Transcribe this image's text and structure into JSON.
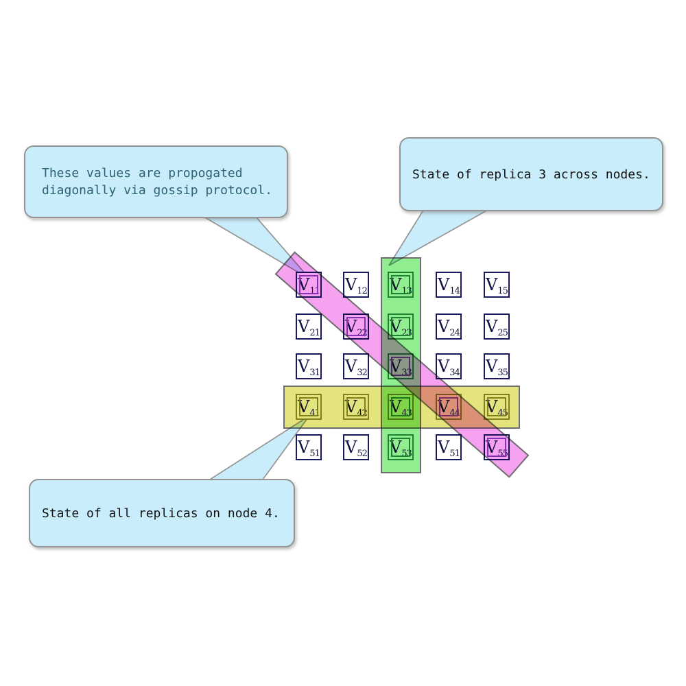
{
  "callouts": {
    "gossip": {
      "line1": "These values are propogated",
      "line2": "diagonally via gossip protocol."
    },
    "replica": {
      "text": "State of replica 3 across nodes."
    },
    "node": {
      "text": "State of all replicas on node 4."
    }
  },
  "grid": {
    "v_label": "V",
    "cells": [
      {
        "sub": "11"
      },
      {
        "sub": "12"
      },
      {
        "sub": "13"
      },
      {
        "sub": "14"
      },
      {
        "sub": "15"
      },
      {
        "sub": "21"
      },
      {
        "sub": "22"
      },
      {
        "sub": "23"
      },
      {
        "sub": "24"
      },
      {
        "sub": "25"
      },
      {
        "sub": "31"
      },
      {
        "sub": "32"
      },
      {
        "sub": "33"
      },
      {
        "sub": "34"
      },
      {
        "sub": "35"
      },
      {
        "sub": "41"
      },
      {
        "sub": "42"
      },
      {
        "sub": "43"
      },
      {
        "sub": "44"
      },
      {
        "sub": "45"
      },
      {
        "sub": "51"
      },
      {
        "sub": "52"
      },
      {
        "sub": "53"
      },
      {
        "sub": "51"
      },
      {
        "sub": "55"
      }
    ]
  },
  "colors": {
    "green_band": "#90EE90",
    "yellow_band": "#E4E47E",
    "pink_band": "#F6A2F0",
    "band_border": "#6e6e6e",
    "callout_fill": "#C9EDFB",
    "callout_border": "#949494",
    "cell_border": "#17175e",
    "green_highlight": "#2E8B57",
    "olive_highlight": "#8F8F33",
    "purple_highlight": "#8A4FBE",
    "gossip_text": "#2D6273",
    "plain_text": "#131313"
  }
}
